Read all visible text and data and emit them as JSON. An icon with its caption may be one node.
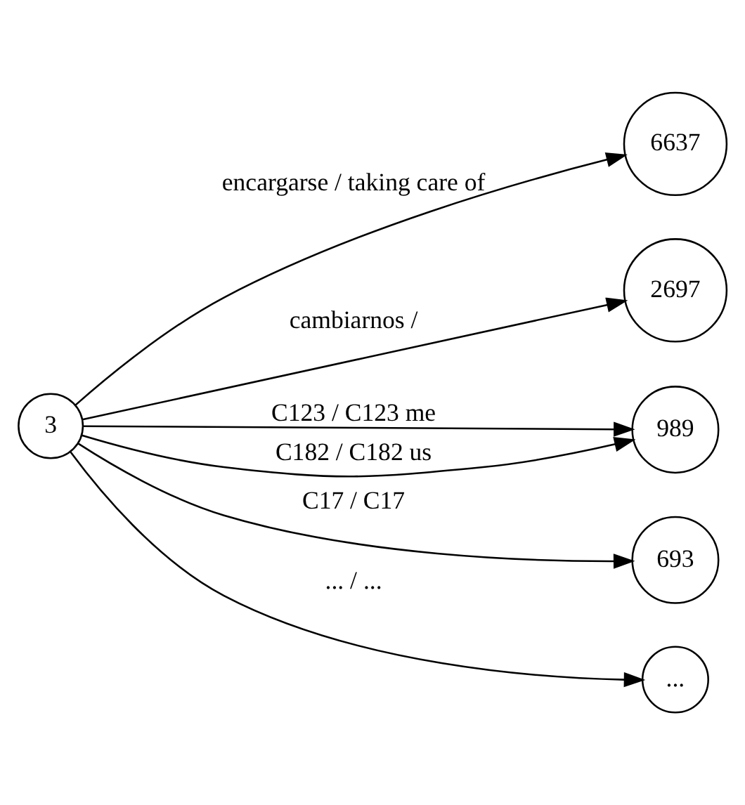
{
  "diagram": {
    "nodes": [
      {
        "text": [
          "3"
        ]
      },
      {
        "text": [
          "6637"
        ]
      },
      {
        "text": [
          "2697"
        ]
      },
      {
        "text": [
          "989"
        ]
      },
      {
        "text": [
          "693"
        ]
      },
      {
        "text": [
          "..."
        ]
      }
    ],
    "edges": [
      {
        "from": 0,
        "to": 1,
        "arrow": "to",
        "label": "encargarse / taking care of"
      },
      {
        "from": 0,
        "to": 2,
        "arrow": "to",
        "label": "cambiarnos /"
      },
      {
        "from": 0,
        "to": 3,
        "arrow": "to",
        "label": "C123 / C123 me"
      },
      {
        "from": 0,
        "to": 3,
        "arrow": "to",
        "label": "C182 / C182 us"
      },
      {
        "from": 0,
        "to": 4,
        "arrow": "to",
        "label": "C17 / C17"
      },
      {
        "from": 0,
        "to": 5,
        "arrow": "to",
        "label": "... / ..."
      }
    ]
  }
}
